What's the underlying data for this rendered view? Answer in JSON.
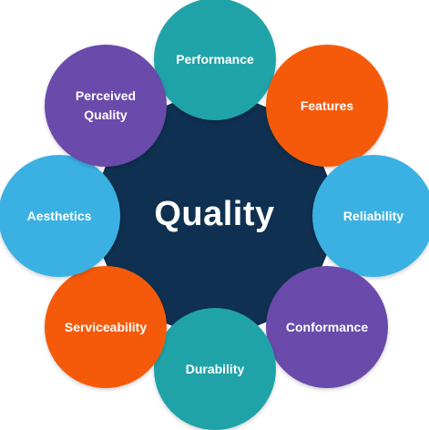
{
  "center": {
    "label": "Quality",
    "color": "#0f3050"
  },
  "dimensions": [
    {
      "key": "performance",
      "label": "Performance",
      "color": "#20a3a8"
    },
    {
      "key": "features",
      "label": "Features",
      "color": "#f55a0a"
    },
    {
      "key": "reliability",
      "label": "Reliability",
      "color": "#3ab1e2"
    },
    {
      "key": "conformance",
      "label": "Conformance",
      "color": "#6a4aab"
    },
    {
      "key": "durability",
      "label": "Durability",
      "color": "#20a3a8"
    },
    {
      "key": "serviceability",
      "label": "Serviceability",
      "color": "#f55a0a"
    },
    {
      "key": "aesthetics",
      "label": "Aesthetics",
      "color": "#3ab1e2"
    },
    {
      "key": "perceived-quality",
      "label": "Perceived\nQuality",
      "color": "#6a4aab"
    }
  ]
}
